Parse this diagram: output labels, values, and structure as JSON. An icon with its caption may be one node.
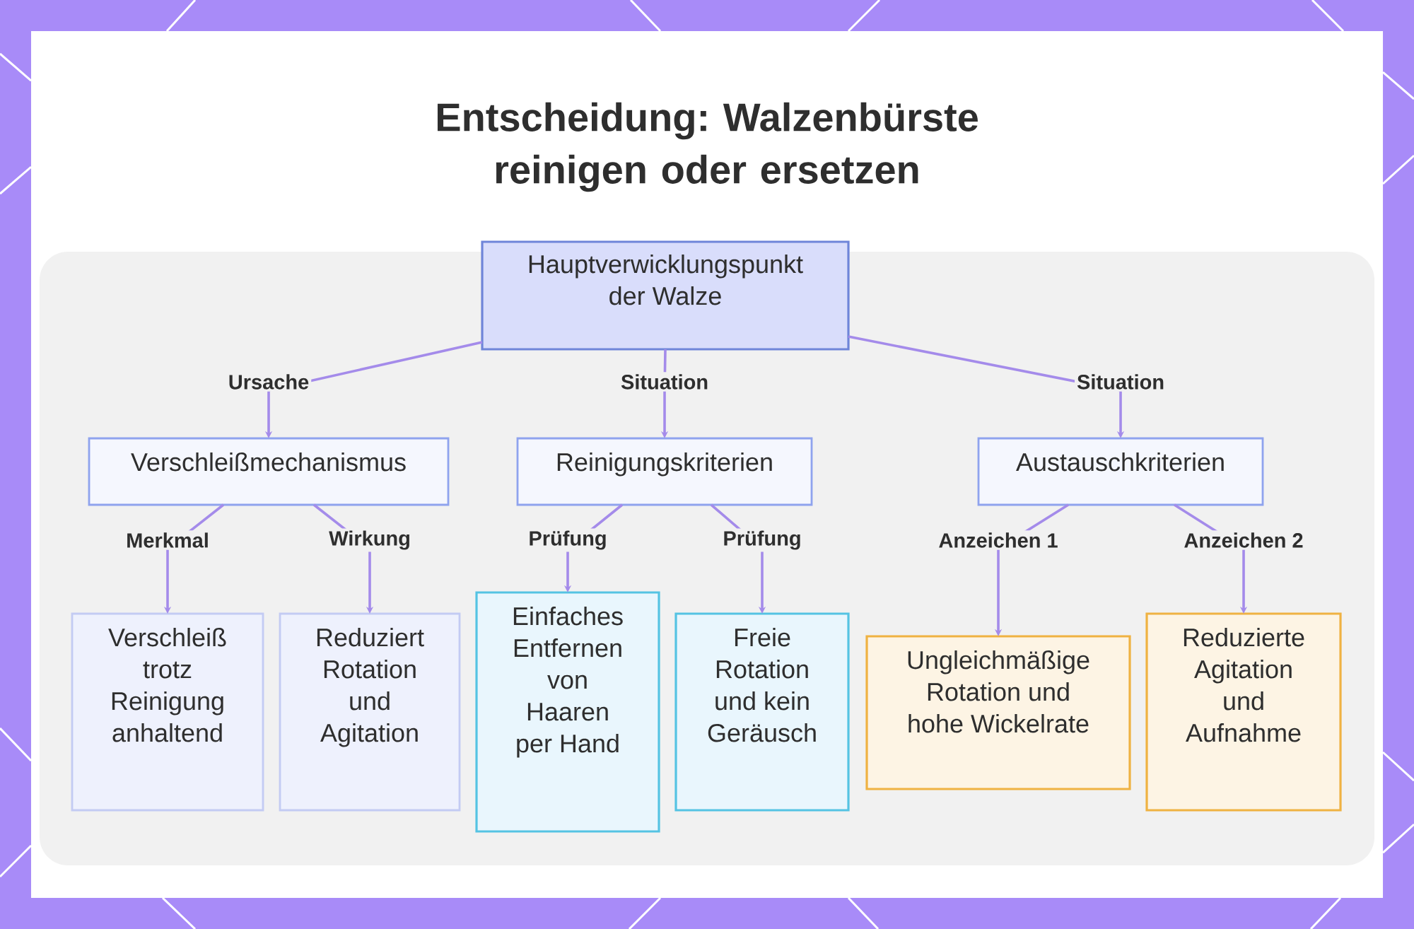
{
  "diagram": {
    "title": "Entscheidung: Walzenbürste reinigen oder ersetzen",
    "nodes": [
      {
        "text": [
          "Hauptverwicklungspunkt der Walze"
        ]
      },
      {
        "text": [
          "Verschleißmechanismus"
        ]
      },
      {
        "text": [
          "Reinigungskriterien"
        ]
      },
      {
        "text": [
          "Austauschkriterien"
        ]
      },
      {
        "text": [
          "Verschleiß trotz Reinigung anhaltend"
        ]
      },
      {
        "text": [
          "Reduziert Rotation und Agitation"
        ]
      },
      {
        "text": [
          "Einfaches Entfernen von Haaren per Hand"
        ]
      },
      {
        "text": [
          "Freie Rotation und kein Geräusch"
        ]
      },
      {
        "text": [
          "Ungleichmäßige Rotation und hohe Wickelrate"
        ]
      },
      {
        "text": [
          "Reduzierte Agitation und Aufnahme"
        ]
      }
    ],
    "edges": [
      {
        "from": 0,
        "to": 1,
        "arrow": "to",
        "label": "Ursache"
      },
      {
        "from": 0,
        "to": 2,
        "arrow": "to",
        "label": "Situation"
      },
      {
        "from": 0,
        "to": 3,
        "arrow": "to",
        "label": "Situation"
      },
      {
        "from": 1,
        "to": 4,
        "arrow": "to",
        "label": "Merkmal"
      },
      {
        "from": 1,
        "to": 5,
        "arrow": "to",
        "label": "Wirkung"
      },
      {
        "from": 2,
        "to": 6,
        "arrow": "to",
        "label": "Prüfung"
      },
      {
        "from": 2,
        "to": 7,
        "arrow": "to",
        "label": "Prüfung"
      },
      {
        "from": 3,
        "to": 8,
        "arrow": "to",
        "label": "Anzeichen 1"
      },
      {
        "from": 3,
        "to": 9,
        "arrow": "to",
        "label": "Anzeichen 2"
      }
    ]
  }
}
